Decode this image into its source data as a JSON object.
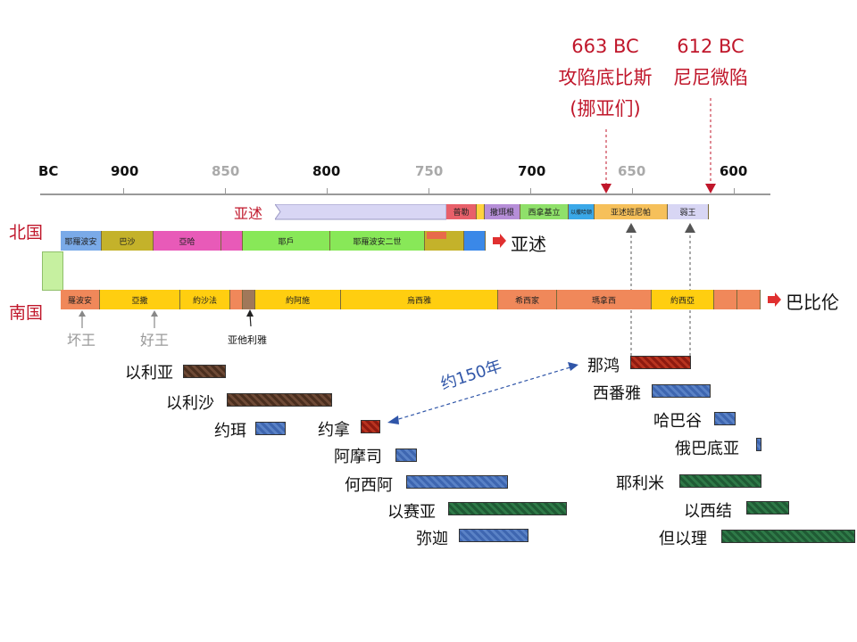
{
  "events": [
    {
      "year": "663 BC",
      "desc": "攻陷底比斯",
      "desc2": "(挪亚们)"
    },
    {
      "year": "612 BC",
      "desc": "尼尼微陷"
    }
  ],
  "axis": {
    "labels": [
      "BC",
      "900",
      "850",
      "800",
      "750",
      "700",
      "650",
      "600"
    ]
  },
  "assyria": {
    "label": "亚述",
    "segments": [
      "普勒",
      "撒珥根",
      "西拿基立",
      "以撒哈顿",
      "亚述班尼帕",
      "弱王"
    ]
  },
  "north": {
    "label": "北国",
    "segments": [
      "耶羅波安",
      "巴沙",
      "亞哈",
      "耶戶",
      "耶羅波安二世"
    ],
    "exit": "亚述"
  },
  "south": {
    "label": "南国",
    "segments": [
      "羅波安",
      "亞撒",
      "約沙法",
      "約阿施",
      "烏西雅",
      "希西家",
      "瑪拿西",
      "約西亞"
    ],
    "exit": "巴比伦"
  },
  "annotations": {
    "bad_king": "坏王",
    "good_king": "好王",
    "athaliah": "亚他利雅",
    "span": "约150年"
  },
  "prophets": [
    {
      "name": "以利亚",
      "color": "brown"
    },
    {
      "name": "以利沙",
      "color": "brown"
    },
    {
      "name": "约珥",
      "color": "blue"
    },
    {
      "name": "约拿",
      "color": "red"
    },
    {
      "name": "阿摩司",
      "color": "blue"
    },
    {
      "name": "何西阿",
      "color": "blue"
    },
    {
      "name": "以赛亚",
      "color": "green"
    },
    {
      "name": "弥迦",
      "color": "blue"
    },
    {
      "name": "那鸿",
      "color": "red"
    },
    {
      "name": "西番雅",
      "color": "blue"
    },
    {
      "name": "哈巴谷",
      "color": "blue"
    },
    {
      "name": "俄巴底亚",
      "color": "blue"
    },
    {
      "name": "耶利米",
      "color": "green"
    },
    {
      "name": "以西结",
      "color": "green"
    },
    {
      "name": "但以理",
      "color": "green"
    }
  ],
  "colors": {
    "event": "#c0172b",
    "span": "#2f55a8"
  }
}
